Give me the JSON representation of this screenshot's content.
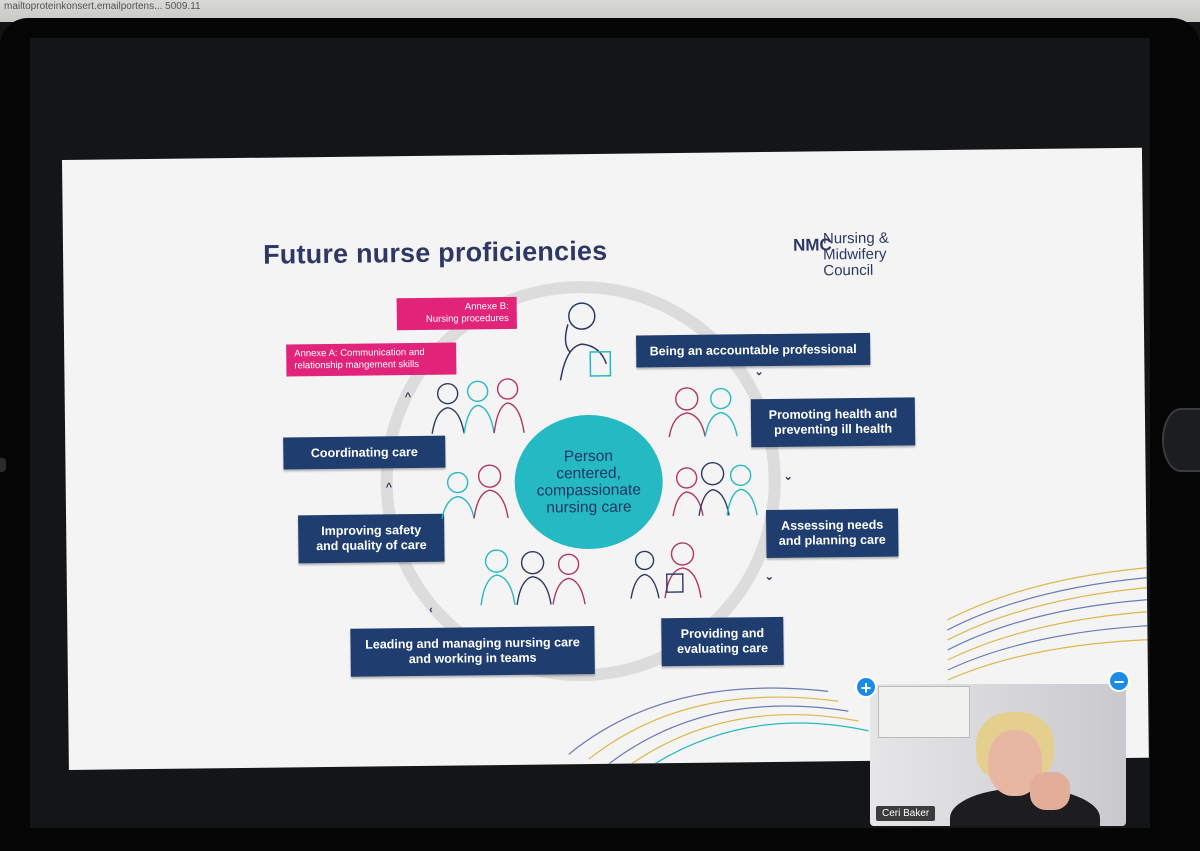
{
  "browser_strip": "mailtoproteinkonsert.emailportens... 5009.11",
  "slide": {
    "title": "Future nurse proficiencies",
    "logo": {
      "mark": "NMC",
      "text": "Nursing &\nMidwifery\nCouncil"
    },
    "center": "Person\ncentered,\ncompassionate\nnursing care",
    "annex_b": "Annexe B:\nNursing procedures",
    "annex_a": "Annexe A: Communication and\nrelationship mangement skills",
    "platforms": [
      "Being an accountable professional",
      "Promoting health and\npreventing ill health",
      "Assessing needs\nand planning care",
      "Providing and\nevaluating care",
      "Leading and managing nursing care\nand working in teams",
      "Improving safety\nand quality of care",
      "Coordinating  care"
    ]
  },
  "video": {
    "participant_name": "Ceri Baker",
    "add_symbol": "+",
    "remove_symbol": "−"
  },
  "colors": {
    "navy": "#1f3e6f",
    "teal": "#25b9c3",
    "magenta": "#e2237a",
    "accent_blue": "#1a8ce8"
  },
  "icons": [
    "chevron-icon",
    "people-illustration",
    "plus-icon",
    "minus-icon"
  ]
}
